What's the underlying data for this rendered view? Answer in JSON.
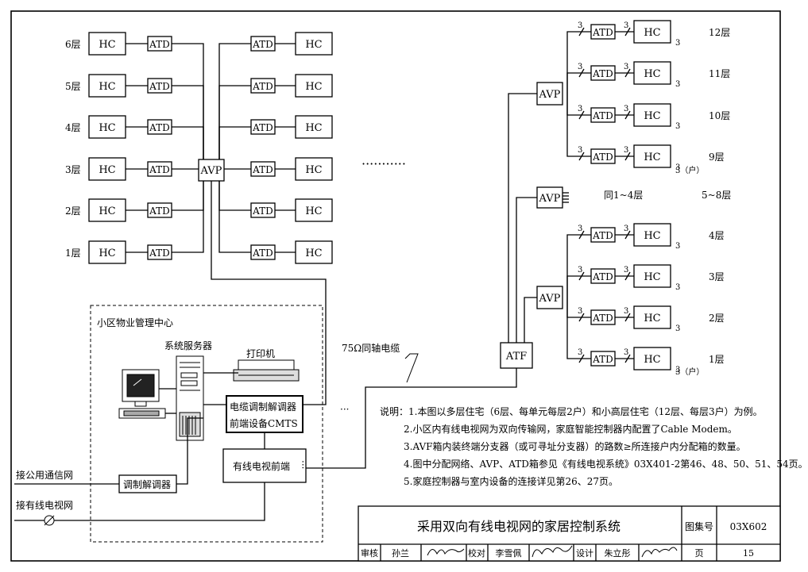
{
  "left_building": {
    "floors": [
      "6层",
      "5层",
      "4层",
      "3层",
      "2层",
      "1层"
    ],
    "hc": "HC",
    "atd": "ATD",
    "avp": "AVP"
  },
  "dots_middle": "···········",
  "right_building": {
    "upper_floors": [
      "12层",
      "11层",
      "10层",
      "9层"
    ],
    "middle_label": "同1~4层",
    "middle_floors": "5~8层",
    "lower_floors": [
      "4层",
      "3层",
      "2层",
      "1层"
    ],
    "count": "3",
    "household_note": "3（户）",
    "hc": "HC",
    "atd": "ATD",
    "avp": "AVP",
    "atf": "ATF"
  },
  "management": {
    "title": "小区物业管理中心",
    "server": "系统服务器",
    "printer": "打印机",
    "cmts_line1": "电缆调制解调器",
    "cmts_line2": "前端设备CMTS",
    "headend": "有线电视前端",
    "modem": "调制解调器",
    "public_net": "接公用通信网",
    "catv_net": "接有线电视网",
    "dots": "···"
  },
  "coax_label": "75Ω同轴电缆",
  "notes": [
    "说明：1.本图以多层住宅（6层、每单元每层2户）和小高层住宅（12层、每层3户）为例。",
    "2.小区内有线电视网为双向传输网，家庭智能控制器内配置了Cable Modem。",
    "3.AVF箱内装终端分支器（或可寻址分支器）的路数≥所连接户内分配箱的数量。",
    "4.图中分配网络、AVP、ATD箱参见《有线电视系统》03X401-2第46、48、50、51、54页。",
    "5.家庭控制器与室内设备的连接详见第26、27页。"
  ],
  "title_block": {
    "title": "采用双向有线电视网的家居控制系统",
    "atlas_label": "图集号",
    "atlas_no": "03X602",
    "review_label": "审核",
    "reviewer": "孙兰",
    "check_label": "校对",
    "checker": "李雪佩",
    "design_label": "设计",
    "designer": "朱立彤",
    "page_label": "页",
    "page_no": "15"
  }
}
